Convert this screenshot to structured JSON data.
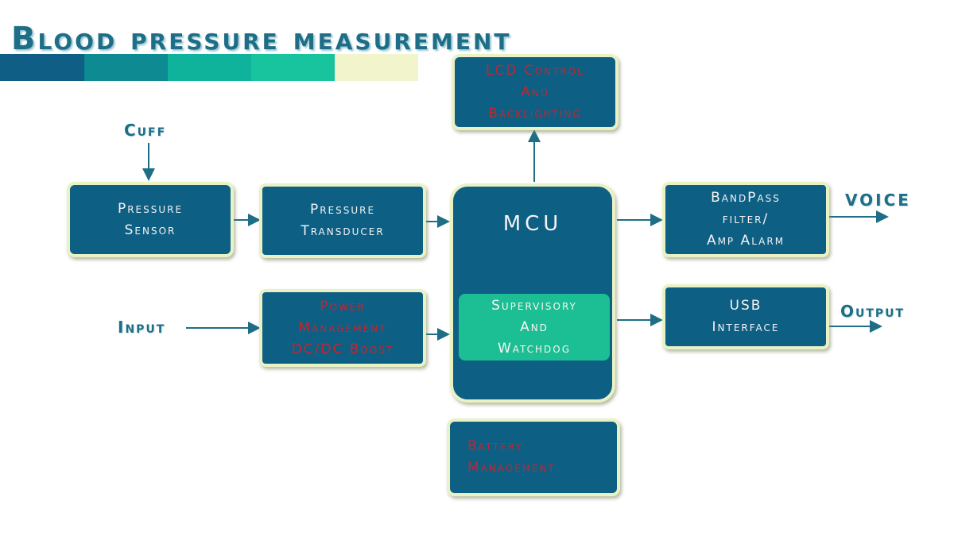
{
  "title": "Blood pressure measurement",
  "header_band": {
    "colors": [
      "#0f5e86",
      "#0d8a92",
      "#0fb39b",
      "#17c49d",
      "#f2f4cc"
    ]
  },
  "colors": {
    "box_fill": "#0e5f84",
    "box_border": "#e9f2c4",
    "accent_green": "#1bbf93",
    "warning_text": "#c6242c",
    "arrow": "#1d6e86"
  },
  "external_labels": {
    "cuff": "Cuff",
    "input": "Input",
    "voice": "VOICE",
    "output": "Output"
  },
  "blocks": {
    "pressure_sensor": "Pressure\nSensor",
    "pressure_transducer": "Pressure\nTransducer",
    "lcd_control": "LCD Control\nAnd\nBacklighting",
    "mcu": "MCU",
    "supervisory": "Supervisory\nAnd\nWatchdog",
    "bandpass": "BandPass\nfilter/\nAmp Alarm",
    "usb": "USB\nInterface",
    "power": "Power\nManagement\nDC/DC Boost",
    "battery": "Battery\nManagement"
  }
}
